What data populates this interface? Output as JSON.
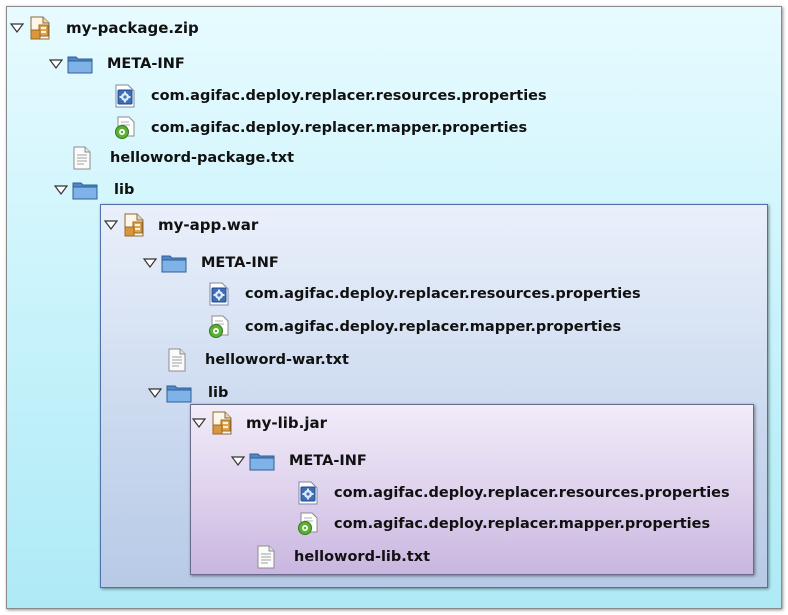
{
  "tree": {
    "zip": {
      "label": "my-package.zip",
      "meta_inf": {
        "label": "META-INF",
        "files": [
          "com.agifac.deploy.replacer.resources.properties",
          "com.agifac.deploy.replacer.mapper.properties"
        ]
      },
      "txt": "helloword-package.txt",
      "lib": "lib"
    },
    "war": {
      "label": "my-app.war",
      "meta_inf": {
        "label": "META-INF",
        "files": [
          "com.agifac.deploy.replacer.resources.properties",
          "com.agifac.deploy.replacer.mapper.properties"
        ]
      },
      "txt": "helloword-war.txt",
      "lib": "lib"
    },
    "jar": {
      "label": "my-lib.jar",
      "meta_inf": {
        "label": "META-INF",
        "files": [
          "com.agifac.deploy.replacer.resources.properties",
          "com.agifac.deploy.replacer.mapper.properties"
        ]
      },
      "txt": "helloword-lib.txt"
    }
  },
  "icons": {
    "archive": "archive-icon",
    "folder": "folder-icon",
    "resources_properties": "gear-properties-icon",
    "mapper_properties": "green-gear-properties-icon",
    "text_file": "text-file-icon",
    "expand": "expanded-triangle-icon"
  },
  "colors": {
    "zip_panel": "#c6f2fb",
    "war_panel": "#c9d8ee",
    "jar_panel": "#ddd0ec",
    "folder": "#5b93d1",
    "archive": "#e0a450"
  }
}
